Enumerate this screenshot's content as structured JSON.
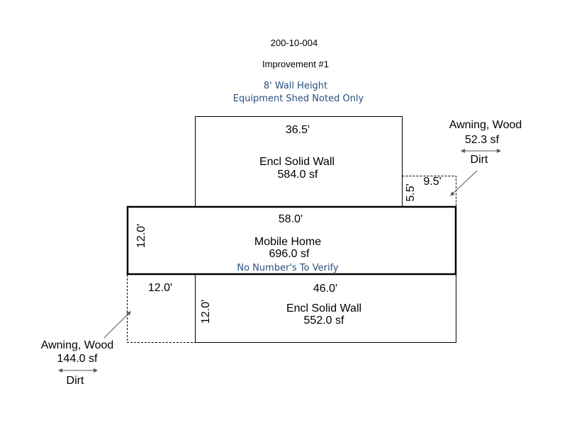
{
  "header": {
    "parcel_id": "200-10-004",
    "improvement": "Improvement #1",
    "note_line1": "8' Wall Height",
    "note_line2": "Equipment Shed Noted Only"
  },
  "areas": {
    "top_wall": {
      "dim_width": "36.5'",
      "label": "Encl Solid Wall",
      "area": "584.0 sf"
    },
    "mobile_home": {
      "dim_width": "58.0'",
      "dim_height": "12.0'",
      "label": "Mobile Home",
      "area": "696.0 sf",
      "note": "No Number's To Verify"
    },
    "bottom_wall": {
      "dim_width": "46.0'",
      "dim_height": "12.0'",
      "label": "Encl Solid Wall",
      "area": "552.0 sf"
    },
    "awning_right": {
      "dim_width": "9.5'",
      "dim_height": "5.5'",
      "label": "Awning, Wood",
      "area": "52.3 sf",
      "surface": "Dirt"
    },
    "awning_left": {
      "dim_width": "12.0'",
      "label": "Awning, Wood",
      "area": "144.0 sf",
      "surface": "Dirt"
    }
  },
  "colors": {
    "note_text": "#2b4f7e",
    "lines": "#000000"
  }
}
